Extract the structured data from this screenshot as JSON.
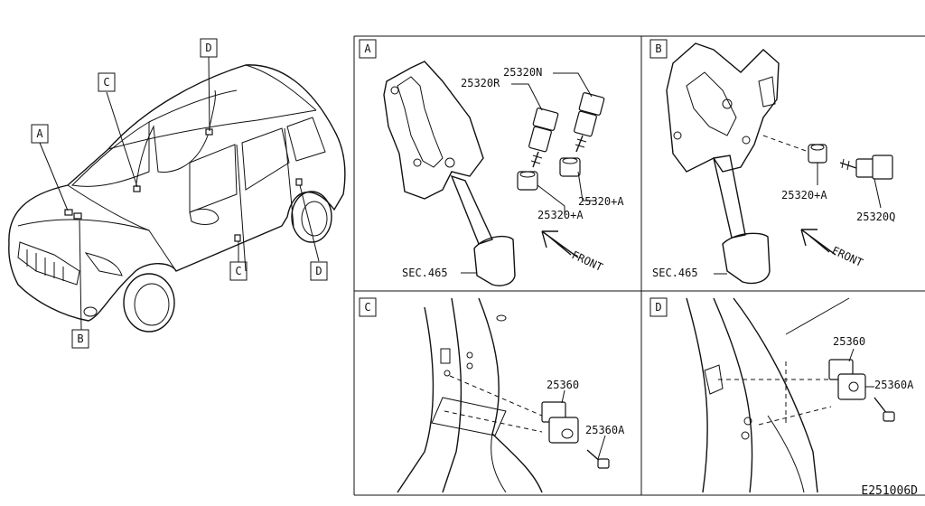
{
  "figure_id": "E251006D",
  "overview_callouts": [
    "A",
    "B",
    "C",
    "D",
    "C",
    "D"
  ],
  "panels": {
    "A": {
      "letter": "A",
      "labels": [
        "25320N",
        "25320R",
        "25320+A",
        "25320+A",
        "SEC.465"
      ],
      "front": "FRONT"
    },
    "B": {
      "letter": "B",
      "labels": [
        "25320+A",
        "25320Q",
        "SEC.465"
      ],
      "front": "FRONT"
    },
    "C": {
      "letter": "C",
      "labels": [
        "25360",
        "25360A"
      ]
    },
    "D": {
      "letter": "D",
      "labels": [
        "25360",
        "25360A"
      ]
    }
  }
}
